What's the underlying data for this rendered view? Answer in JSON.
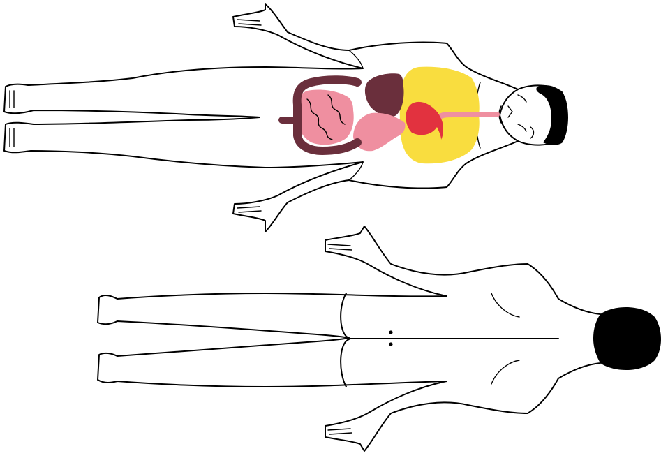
{
  "figures": [
    {
      "id": "front",
      "view": "anterior",
      "organs": [
        {
          "name": "lungs",
          "color": "#f9dd3f"
        },
        {
          "name": "trachea",
          "color": "#ef8fa0"
        },
        {
          "name": "heart",
          "color": "#e2323f"
        },
        {
          "name": "liver",
          "color": "#6a2f3c"
        },
        {
          "name": "stomach",
          "color": "#ef8fa0"
        },
        {
          "name": "small-intestine",
          "color": "#ef8fa0"
        },
        {
          "name": "large-intestine",
          "color": "#6a2f3c"
        }
      ]
    },
    {
      "id": "back",
      "view": "posterior"
    }
  ],
  "colors": {
    "outline": "#000000",
    "background": "#ffffff",
    "hair": "#000000"
  }
}
